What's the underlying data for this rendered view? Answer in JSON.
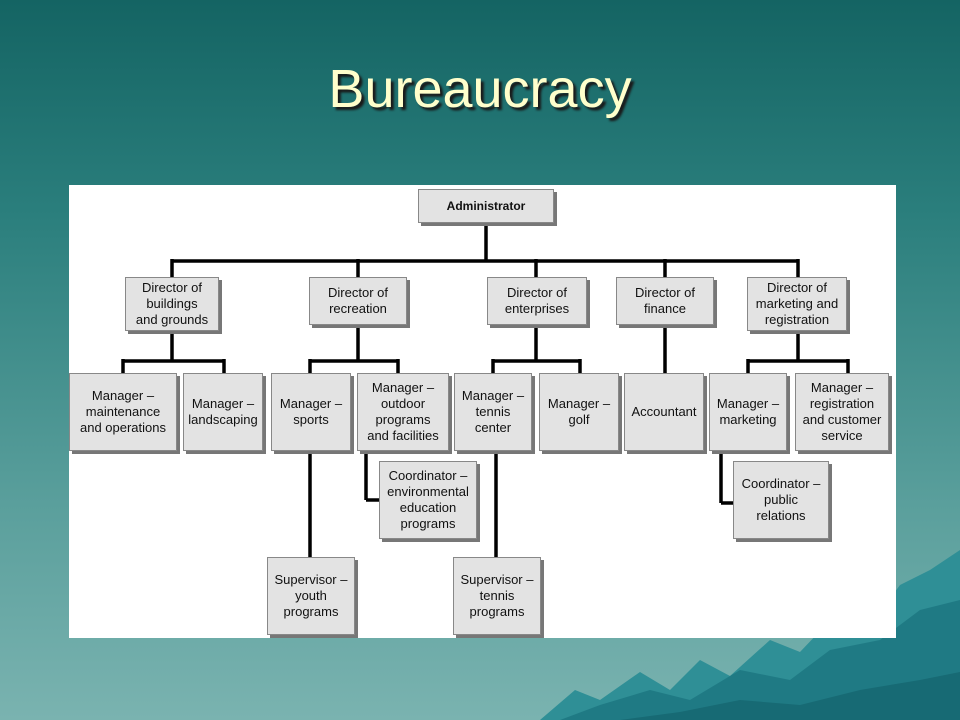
{
  "slide": {
    "title": "Bureaucracy"
  },
  "chart": {
    "root": "Administrator",
    "directors": {
      "buildings": "Director of\nbuildings\nand grounds",
      "recreation": "Director of\nrecreation",
      "enterprises": "Director of\nenterprises",
      "finance": "Director of\nfinance",
      "marketing": "Director of\nmarketing and\nregistration"
    },
    "managers": {
      "maintenance": "Manager –\nmaintenance\nand operations",
      "landscaping": "Manager –\nlandscaping",
      "sports": "Manager –\nsports",
      "outdoor": "Manager –\noutdoor\nprograms\nand facilities",
      "tennis": "Manager –\ntennis\ncenter",
      "golf": "Manager –\ngolf",
      "accountant": "Accountant",
      "marketing": "Manager –\nmarketing",
      "registration": "Manager –\nregistration\nand customer\nservice"
    },
    "coordinators": {
      "environmental": "Coordinator –\nenvironmental\neducation\nprograms",
      "public_relations": "Coordinator –\npublic\nrelations"
    },
    "supervisors": {
      "youth": "Supervisor –\nyouth\nprograms",
      "tennis": "Supervisor –\ntennis\nprograms"
    }
  }
}
